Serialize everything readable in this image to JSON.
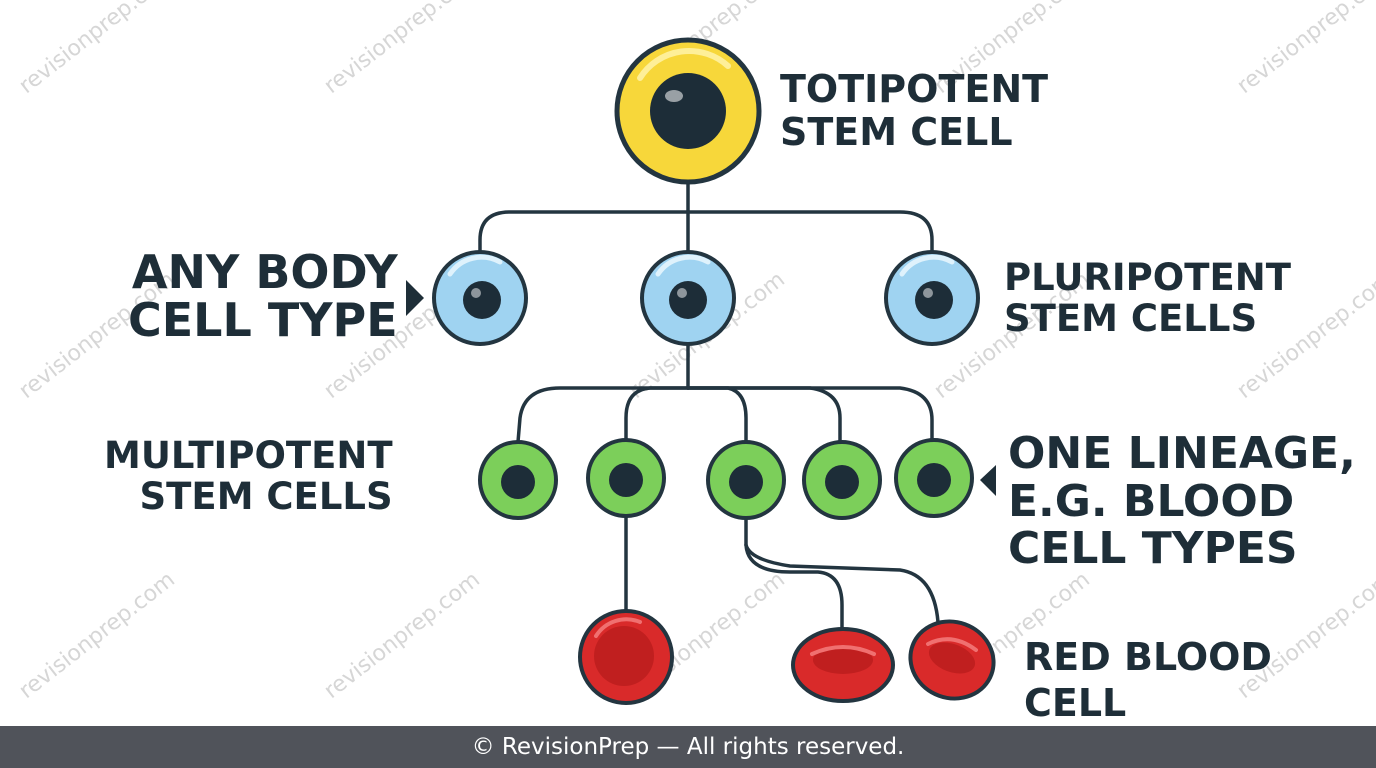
{
  "labels": {
    "totipotent": [
      "TOTIPOTENT",
      "STEM CELL"
    ],
    "any_body": [
      "ANY BODY",
      "CELL TYPE"
    ],
    "pluripotent": [
      "PLURIPOTENT",
      "STEM CELLS"
    ],
    "multipotent": [
      "MULTIPOTENT",
      "STEM CELLS"
    ],
    "one_lineage": [
      "ONE LINEAGE,",
      "E.G. BLOOD",
      "CELL TYPES"
    ],
    "red_blood_cell": [
      "RED BLOOD",
      "CELL"
    ]
  },
  "watermark": "revisionprep.com",
  "footer": "© RevisionPrep — All rights reserved.",
  "colors": {
    "totipotent_fill": "#f7d73a",
    "pluripotent_fill": "#9fd3f1",
    "multipotent_fill": "#7ccf5a",
    "red_blood_cell_fill": "#d92a2a",
    "nucleus": "#1d2d38",
    "outline": "#233540",
    "footer_bg": "#50535a"
  }
}
